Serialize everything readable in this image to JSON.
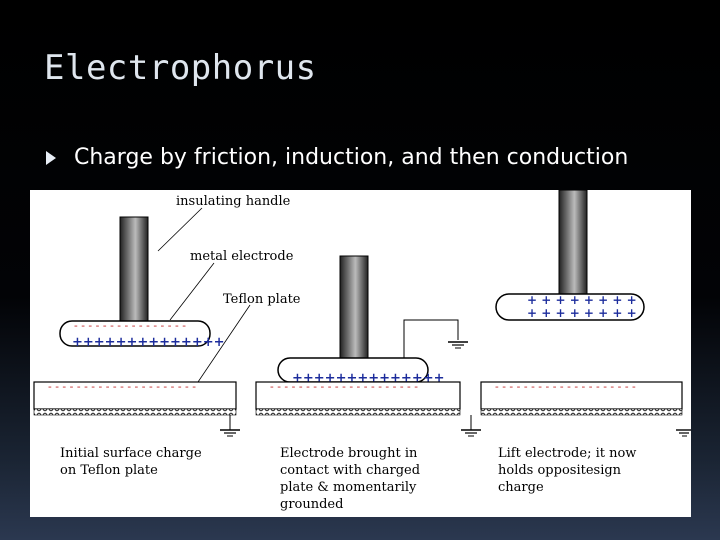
{
  "slide": {
    "title": "Electrophorus",
    "bullet": "Charge by friction, induction, and then conduction"
  },
  "diagram": {
    "labels": {
      "handle": "insulating handle",
      "electrode": "metal electrode",
      "plate": "Teflon plate"
    },
    "captions": {
      "panel1": [
        "Initial surface charge",
        "on Teflon plate"
      ],
      "panel2": [
        "Electrode brought in",
        "contact  with charged",
        "plate & momentarily",
        "grounded"
      ],
      "panel3": [
        "Lift electrode; it now",
        "holds oppositesign",
        "charge"
      ]
    },
    "charges": {
      "p1_electrode_top": "- - - - - - - - - - - - - - - -",
      "p1_electrode_bottom": "++++++++++++++",
      "p1_plate": "- - - - - - - - - - - - - - - - - - - - -",
      "p2_electrode_bottom": "++++++++++++++",
      "p2_plate": "- - - - - - - - - - - - - - - - - - - - -",
      "p3_electrode_top": "+ + + + + + + +",
      "p3_electrode_bottom": "+ + + + + + + +",
      "p3_plate": "- - - - - - - - - - - - - - - - - - - -"
    },
    "colors": {
      "negative": "#c0282a",
      "positive": "#1c2c9c",
      "stroke": "#000000"
    }
  }
}
